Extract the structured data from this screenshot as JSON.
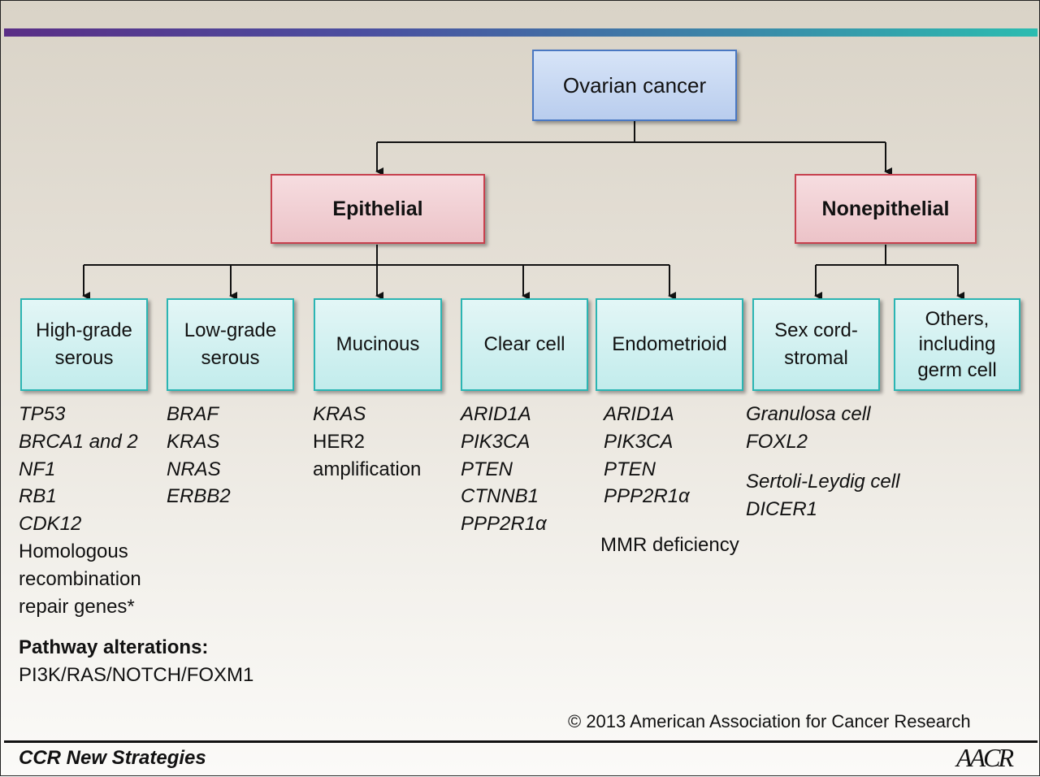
{
  "root": {
    "label": "Ovarian cancer"
  },
  "categories": [
    {
      "key": "epithelial",
      "label": "Epithelial"
    },
    {
      "key": "nonepithelial",
      "label": "Nonepithelial"
    }
  ],
  "subtypes": [
    {
      "key": "high-grade-serous",
      "label_lines": [
        "High-grade",
        "serous"
      ],
      "genes": [
        "TP53",
        "BRCA1 and 2",
        "NF1",
        "RB1",
        "CDK12"
      ],
      "extra_lines": [
        "Homologous",
        "recombination",
        "repair genes*"
      ]
    },
    {
      "key": "low-grade-serous",
      "label_lines": [
        "Low-grade",
        "serous"
      ],
      "genes": [
        "BRAF",
        "KRAS",
        "NRAS",
        "ERBB2"
      ]
    },
    {
      "key": "mucinous",
      "label_lines": [
        "Mucinous"
      ],
      "genes": [
        "KRAS"
      ],
      "extra_lines": [
        "HER2",
        "amplification"
      ]
    },
    {
      "key": "clear-cell",
      "label_lines": [
        "Clear cell"
      ],
      "genes": [
        "ARID1A",
        "PIK3CA",
        "PTEN",
        "CTNNB1",
        "PPP2R1α"
      ]
    },
    {
      "key": "endometrioid",
      "label_lines": [
        "Endometrioid"
      ],
      "genes": [
        "ARID1A",
        "PIK3CA",
        "PTEN",
        "PPP2R1α"
      ],
      "note": "MMR deficiency"
    },
    {
      "key": "sex-cord-stromal",
      "label_lines": [
        "Sex cord-",
        "stromal"
      ],
      "groups": [
        [
          "Granulosa cell",
          "FOXL2"
        ],
        [
          "Sertoli-Leydig cell",
          "DICER1"
        ]
      ]
    },
    {
      "key": "others",
      "label_lines": [
        "Others,",
        "including",
        "germ cell"
      ]
    }
  ],
  "pathway": {
    "title": "Pathway alterations:",
    "value": "PI3K/RAS/NOTCH/FOXM1"
  },
  "copyright": "© 2013 American Association for Cancer Research",
  "journal": "CCR New Strategies",
  "logo_text": "AACR",
  "colors": {
    "root_border": "#4a78c2",
    "category_border": "#c7404d",
    "subtype_border": "#2bb5b3",
    "banner_start": "#5a2e86",
    "banner_end": "#2bbcb0"
  }
}
